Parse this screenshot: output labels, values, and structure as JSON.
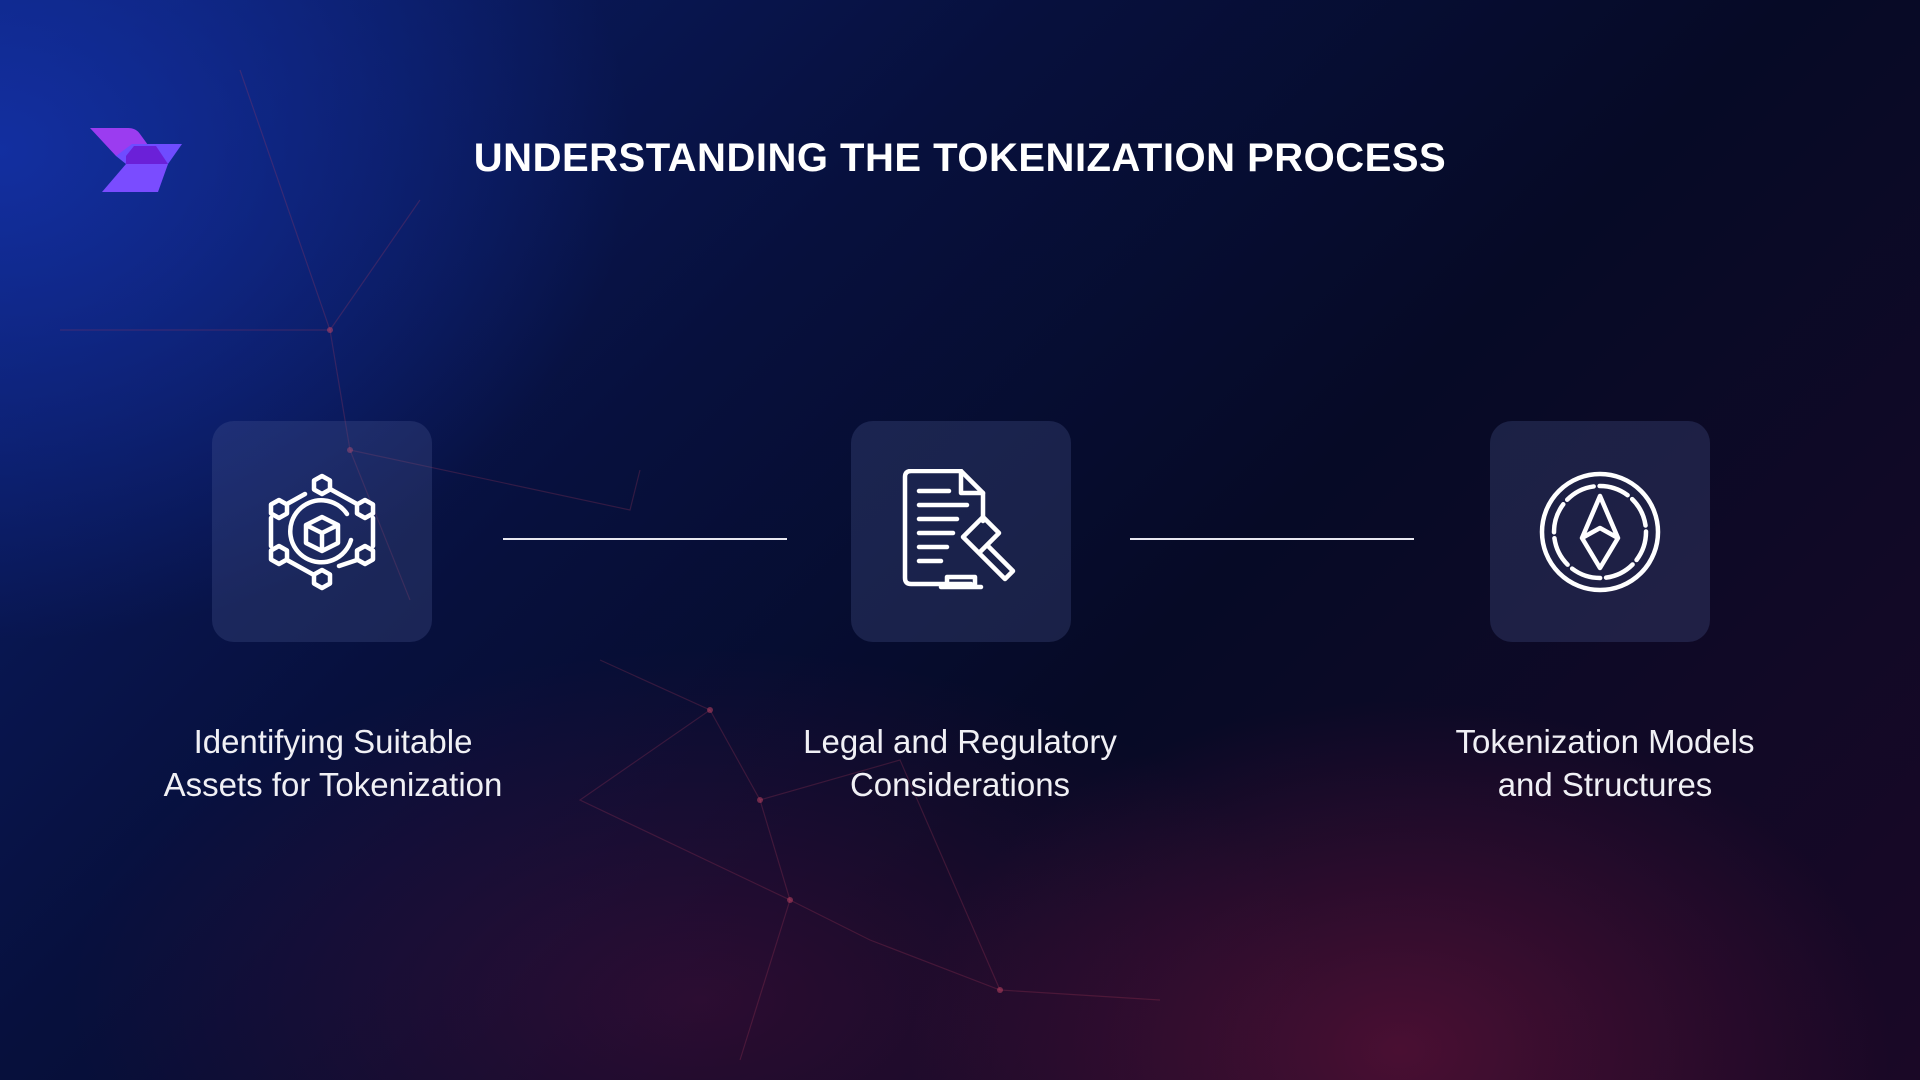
{
  "title": "UNDERSTANDING THE TOKENIZATION PROCESS",
  "steps": [
    {
      "label_line1": "Identifying Suitable",
      "label_line2": "Assets for Tokenization",
      "icon": "blockchain-cube-network-icon"
    },
    {
      "label_line1": "Legal and Regulatory",
      "label_line2": "Considerations",
      "icon": "legal-document-gavel-icon"
    },
    {
      "label_line1": "Tokenization Models",
      "label_line2": "and Structures",
      "icon": "ethereum-coin-icon"
    }
  ],
  "colors": {
    "logo_purple": "#9b3cf0",
    "logo_violet": "#6f4cff",
    "card_bg": "#2a3360"
  }
}
